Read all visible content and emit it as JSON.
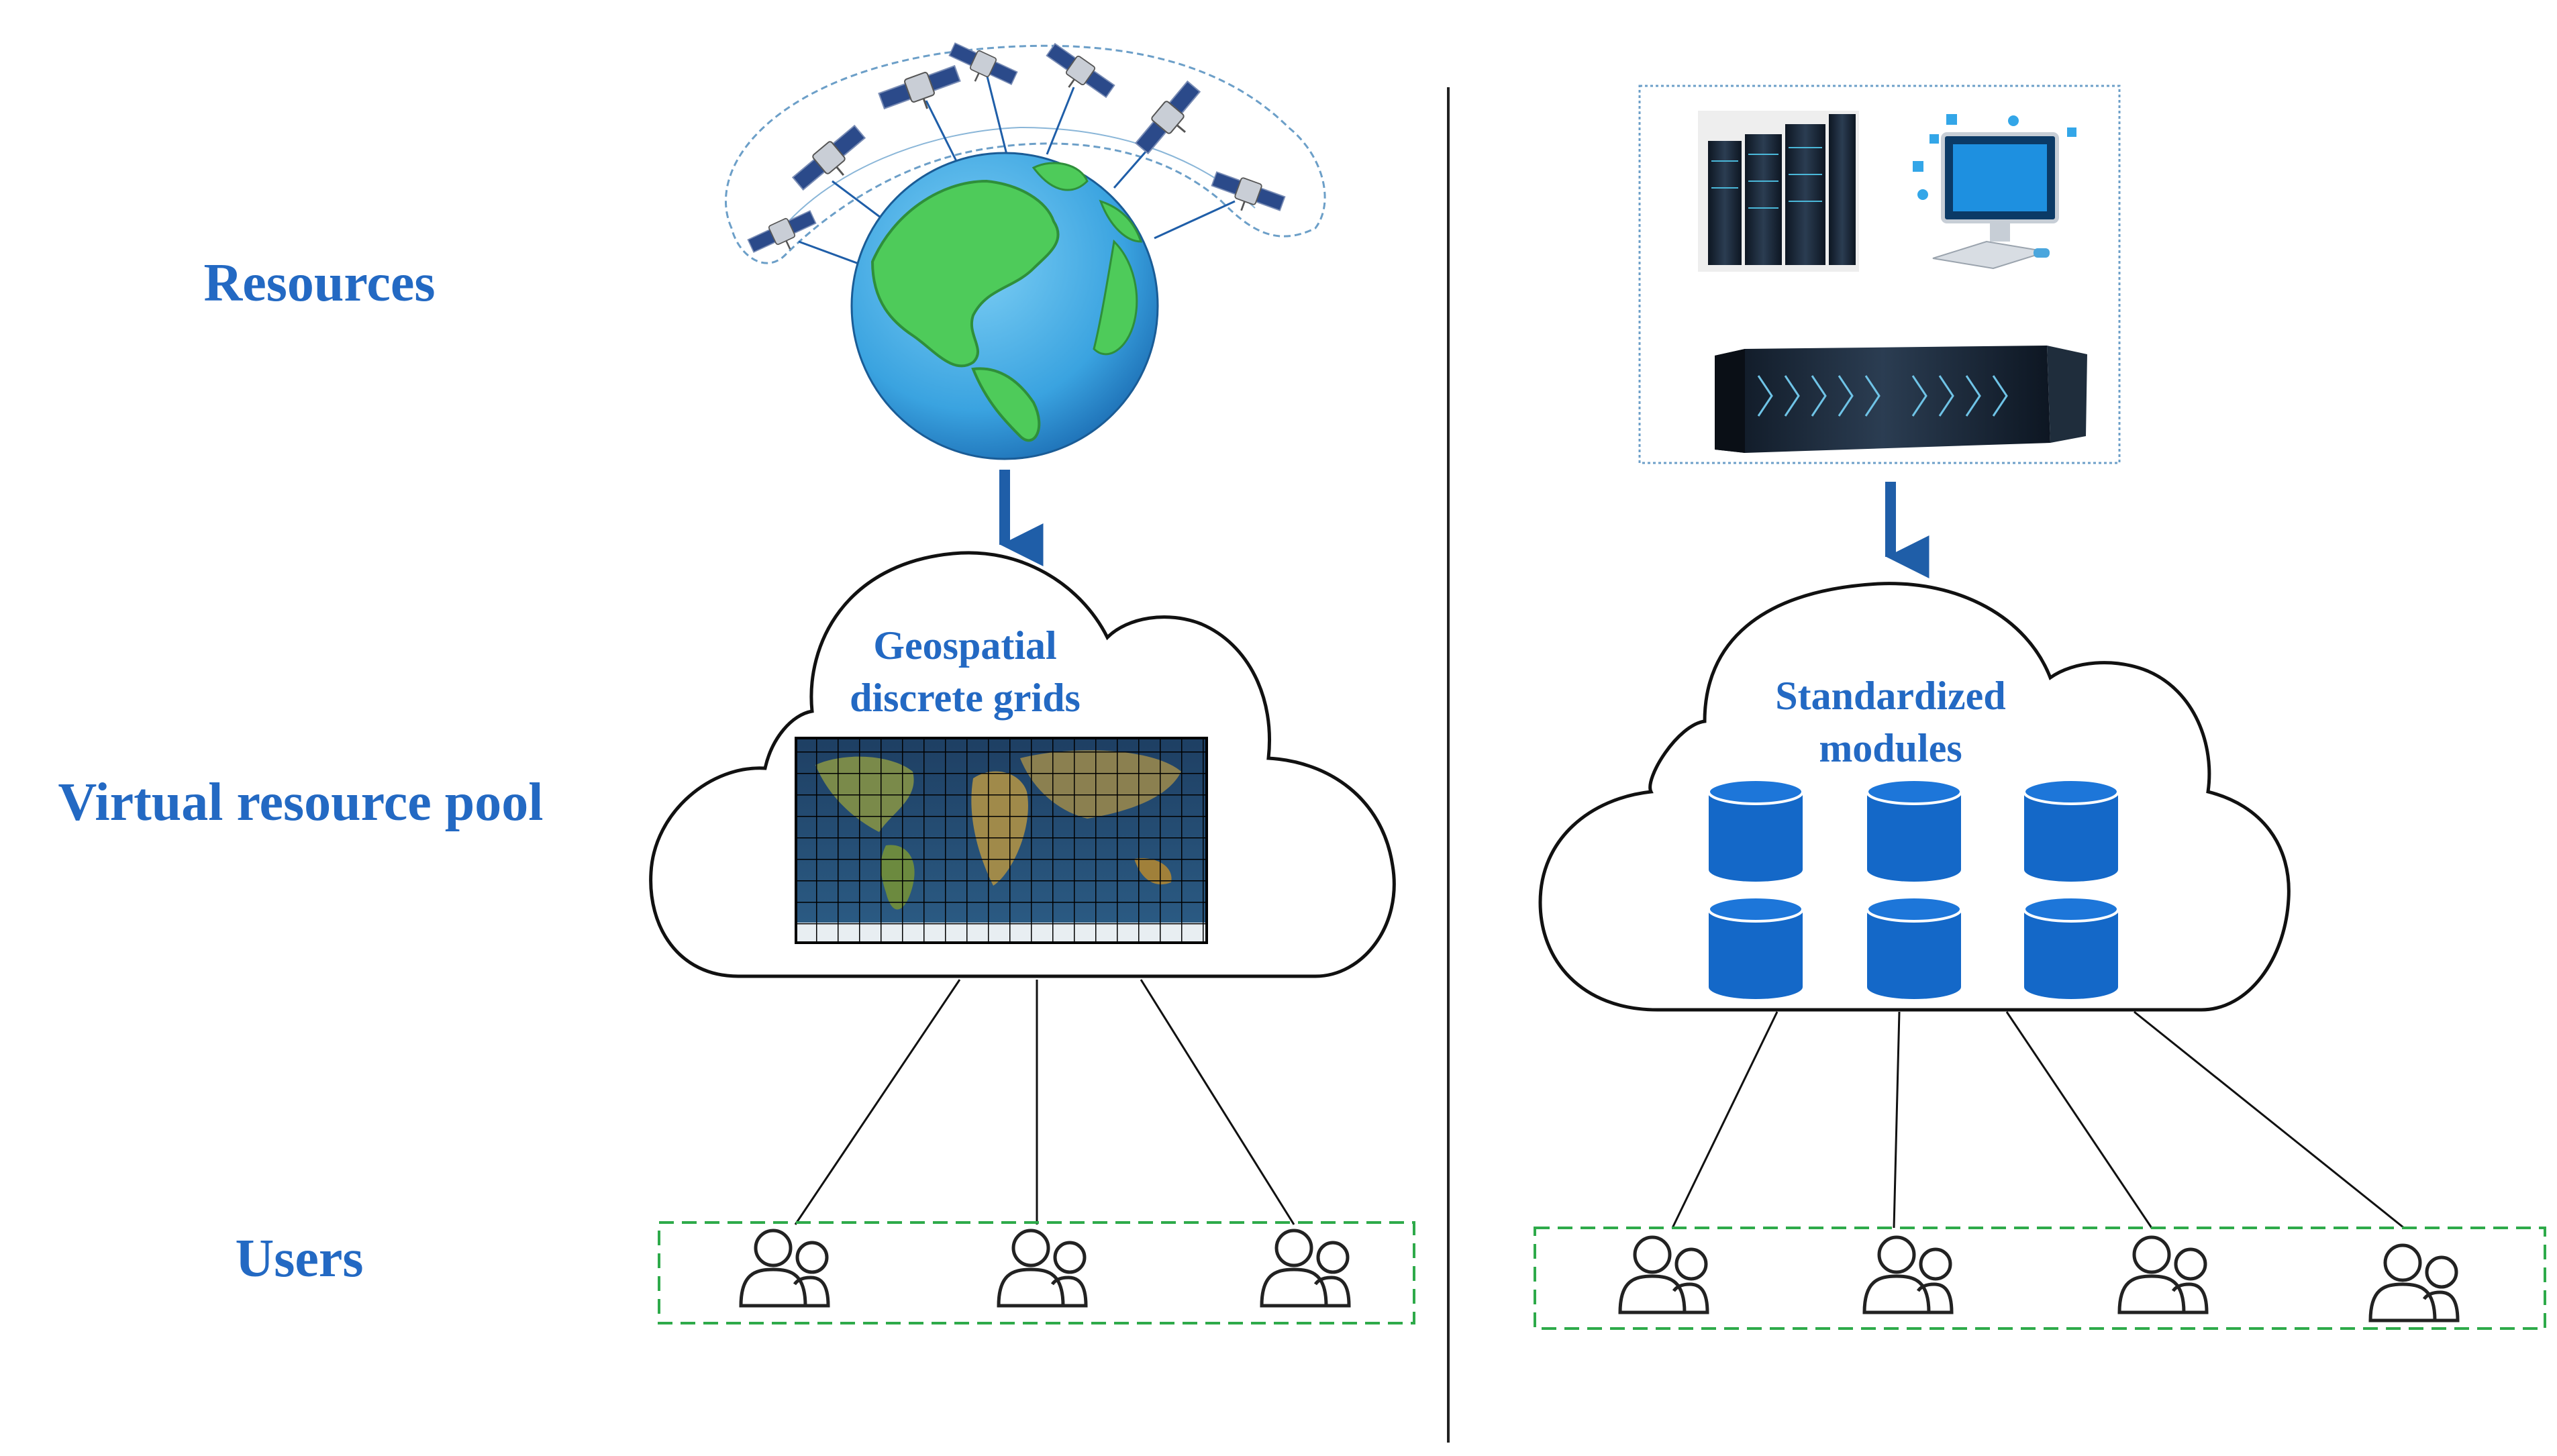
{
  "row_labels": {
    "resources": "Resources",
    "virtual_pool": "Virtual resource pool",
    "users": "Users"
  },
  "left_panel": {
    "cloud_title_line1": "Geospatial",
    "cloud_title_line2": "discrete grids",
    "resource_icons": [
      "globe-icon",
      "satellite-icon"
    ],
    "user_count": 3
  },
  "right_panel": {
    "cloud_title_line1": "Standardized",
    "cloud_title_line2": "modules",
    "resource_icons": [
      "server-rack-icon",
      "desktop-computer-icon",
      "supercomputer-icon"
    ],
    "module_count": 6,
    "user_count": 4
  },
  "colors": {
    "label_blue": "#2369c3",
    "arrow_blue": "#1f5ea8",
    "module_blue": "#1468c8",
    "user_box_green": "#2eaa4a",
    "globe_ocean": "#3aa3e0",
    "land_green": "#4ecb5a"
  }
}
